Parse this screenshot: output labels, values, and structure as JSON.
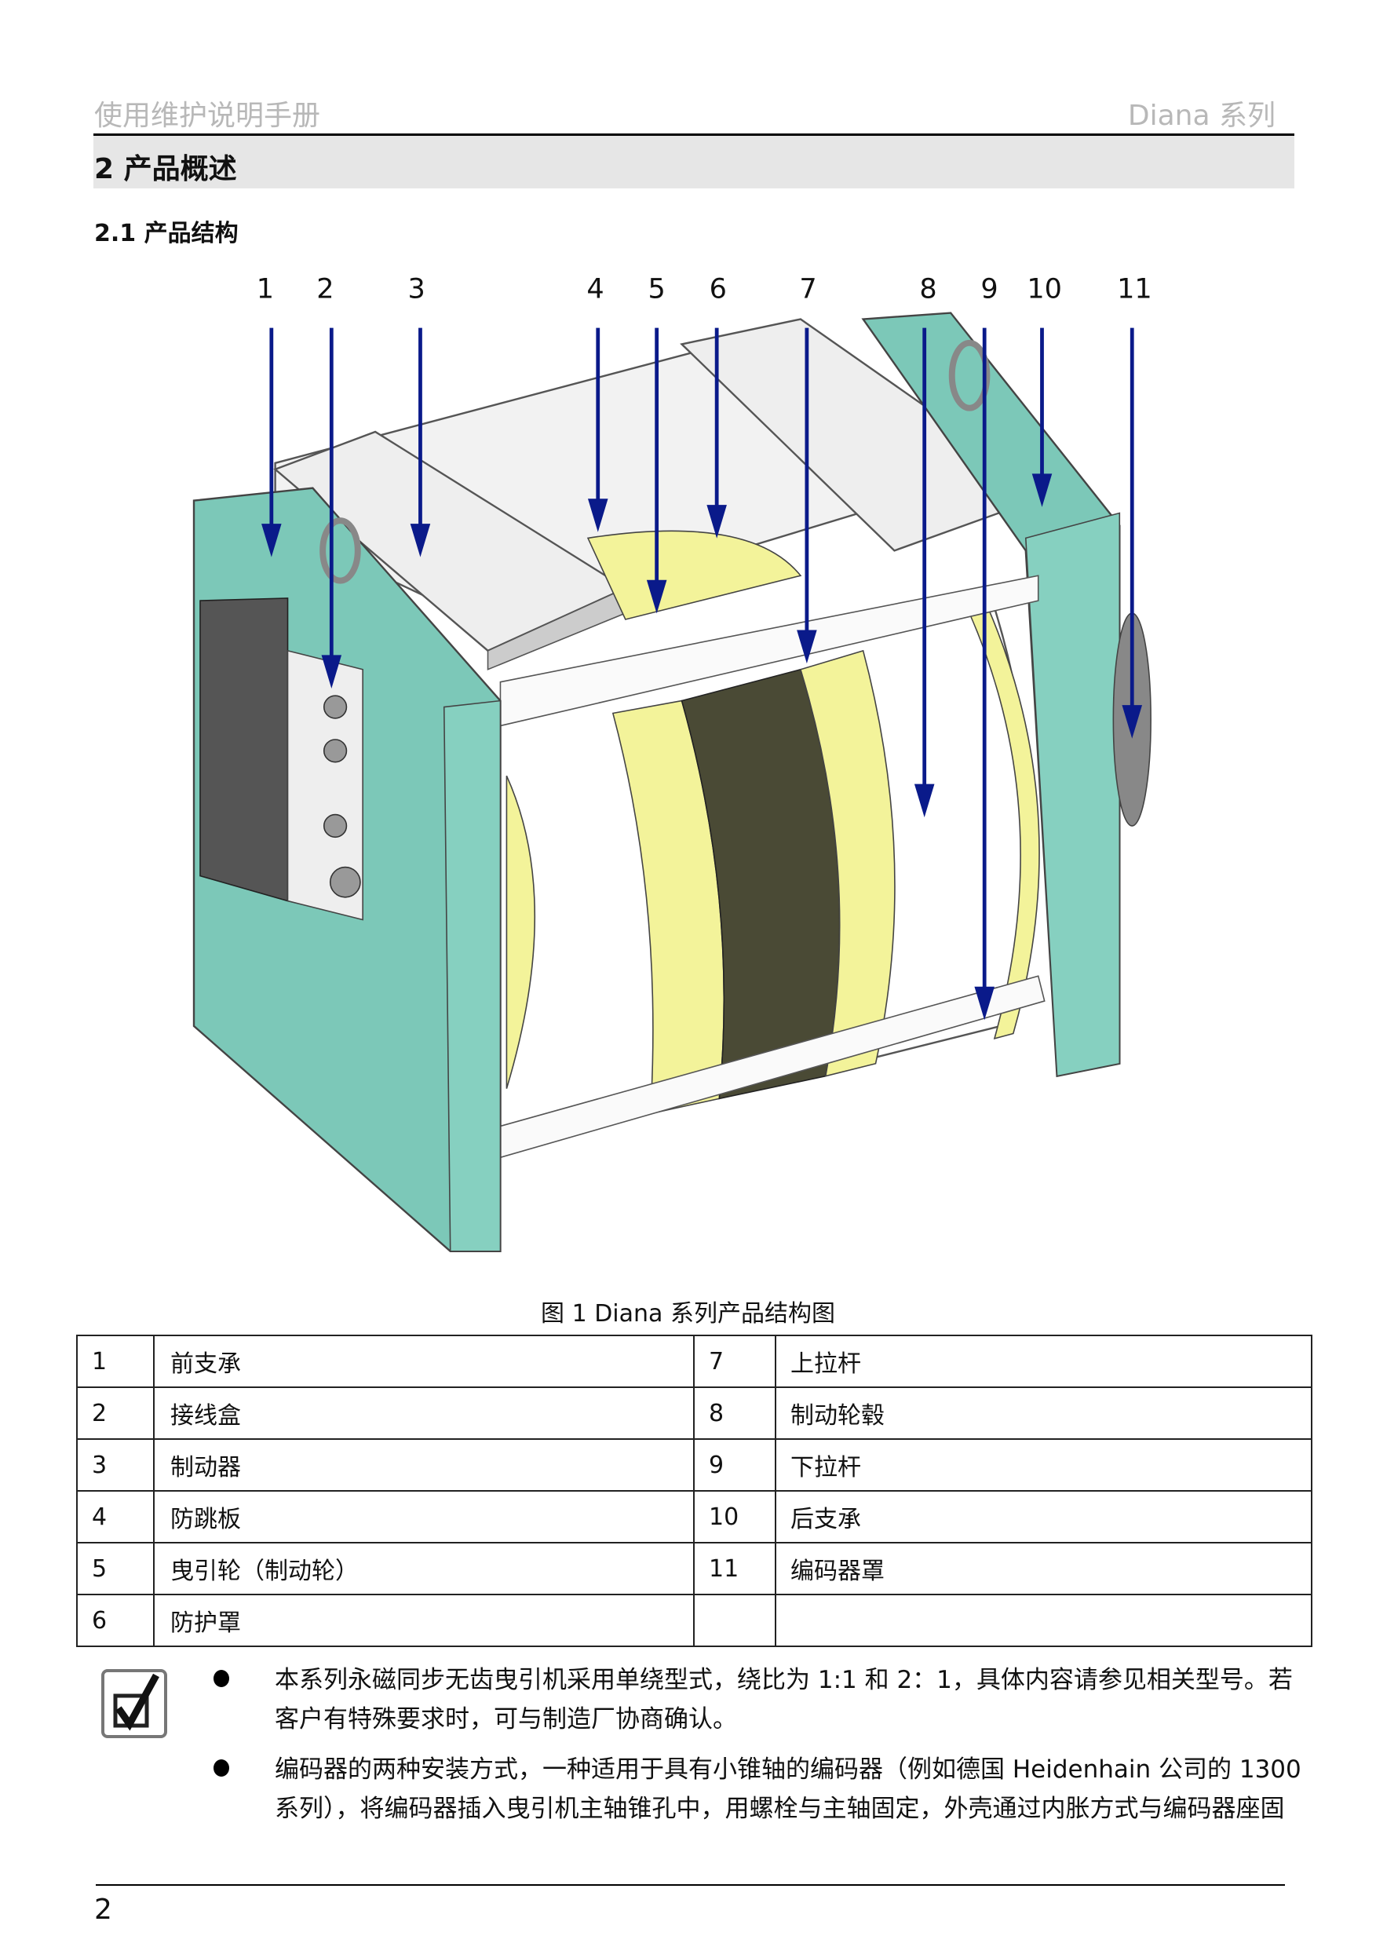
{
  "header": {
    "left": "使用维护说明手册",
    "right": "Diana 系列"
  },
  "section": {
    "title": "2  产品概述",
    "subtitle": "2.1  产品结构"
  },
  "figure": {
    "callouts": [
      "1",
      "2",
      "3",
      "4",
      "5",
      "6",
      "7",
      "8",
      "9",
      "10",
      "11"
    ],
    "caption": "图 1    Diana 系列产品结构图",
    "colors": {
      "frame": "#7cc8b8",
      "band": "#f3f39a",
      "coil": "#4a4a35",
      "arrow": "#0a1a8a"
    }
  },
  "parts_table": {
    "rows": [
      [
        "1",
        "前支承",
        "7",
        "上拉杆"
      ],
      [
        "2",
        "接线盒",
        "8",
        "制动轮毂"
      ],
      [
        "3",
        "制动器",
        "9",
        "下拉杆"
      ],
      [
        "4",
        "防跳板",
        "10",
        "后支承"
      ],
      [
        "5",
        "曳引轮（制动轮）",
        "11",
        "编码器罩"
      ],
      [
        "6",
        "防护罩",
        "",
        ""
      ]
    ]
  },
  "notes": [
    "本系列永磁同步无齿曳引机采用单绕型式，绕比为 1:1 和 2：1，具体内容请参见相关型号。若客户有特殊要求时，可与制造厂协商确认。",
    "编码器的两种安装方式，一种适用于具有小锥轴的编码器（例如德国 Heidenhain 公司的 1300 系列），将编码器插入曳引机主轴锥孔中，用螺栓与主轴固定，外壳通过内胀方式与编码器座固"
  ],
  "footer": {
    "page": "2"
  }
}
